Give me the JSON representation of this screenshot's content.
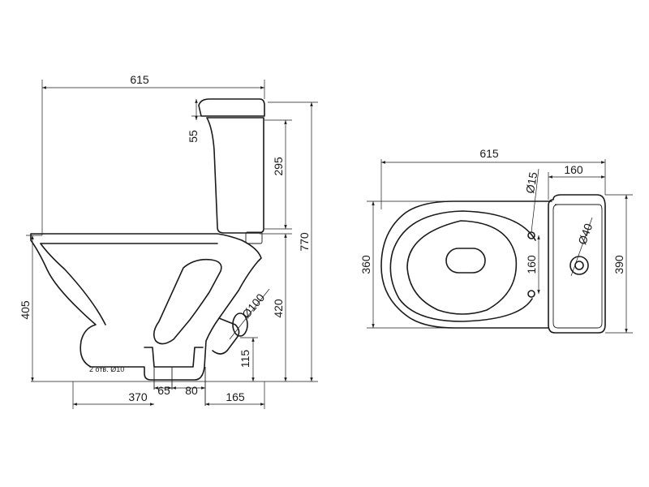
{
  "side_view": {
    "overall_width": "615",
    "tank_lid_height": "55",
    "tank_height": "295",
    "overall_height": "770",
    "bowl_height": "405",
    "inlet_height": "420",
    "outlet_diameter": "Ø100",
    "outlet_height": "115",
    "fixing_holes_note": "2 отв. Ø10",
    "front_to_holes": "370",
    "holes_offset_1": "65",
    "holes_offset_2": "80",
    "holes_to_back": "165"
  },
  "top_view": {
    "overall_length": "615",
    "tank_width_offset": "160",
    "hole_diameter_small": "Ø15",
    "button_hole_diameter": "Ø40",
    "holes_spacing": "160",
    "bowl_width": "360",
    "tank_width": "390"
  }
}
